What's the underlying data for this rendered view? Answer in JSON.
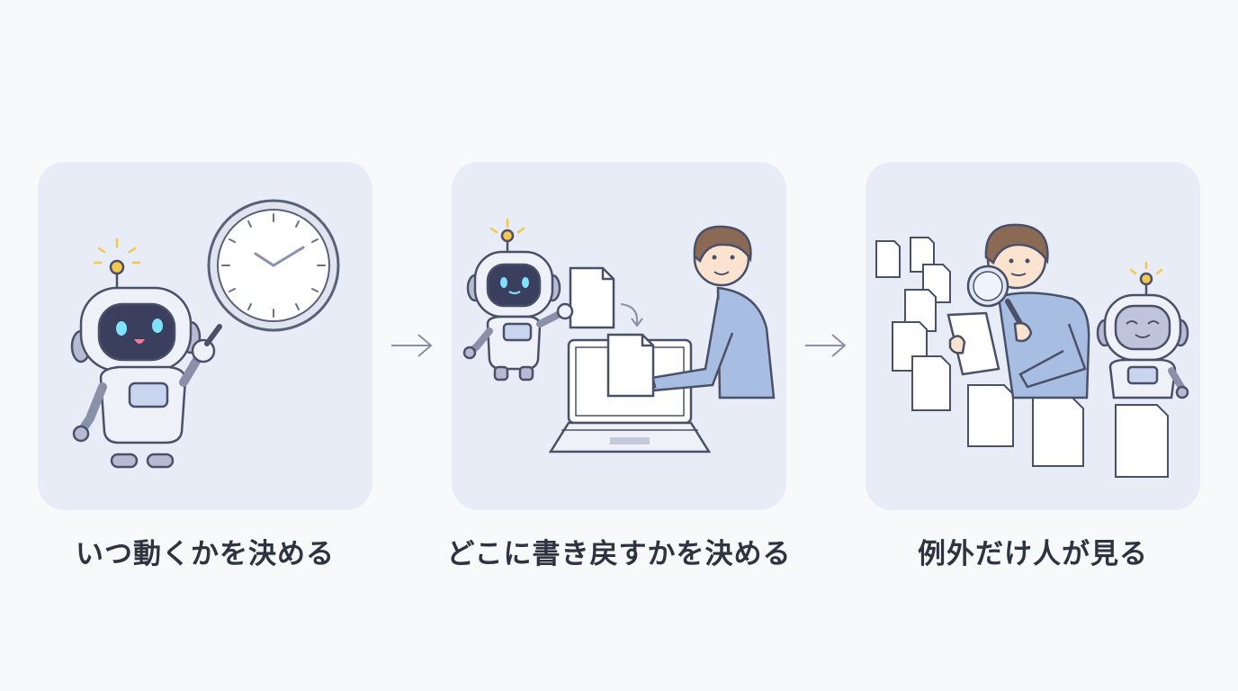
{
  "steps": [
    {
      "caption": "いつ動くかを決める",
      "icon": "robot-clock-icon"
    },
    {
      "caption": "どこに書き戻すかを決める",
      "icon": "robot-laptop-person-icon"
    },
    {
      "caption": "例外だけ人が見る",
      "icon": "person-magnifier-icon"
    }
  ],
  "colors": {
    "panel": "#e7ecf6",
    "caption": "#2e3340",
    "robot_body": "#e9edf7",
    "robot_screen": "#3a3f5e",
    "robot_eye": "#7fe3ff",
    "person_shirt": "#a8bde2",
    "person_hair": "#8a6a55",
    "antenna": "#f4c84c",
    "outline": "#4a5068"
  }
}
